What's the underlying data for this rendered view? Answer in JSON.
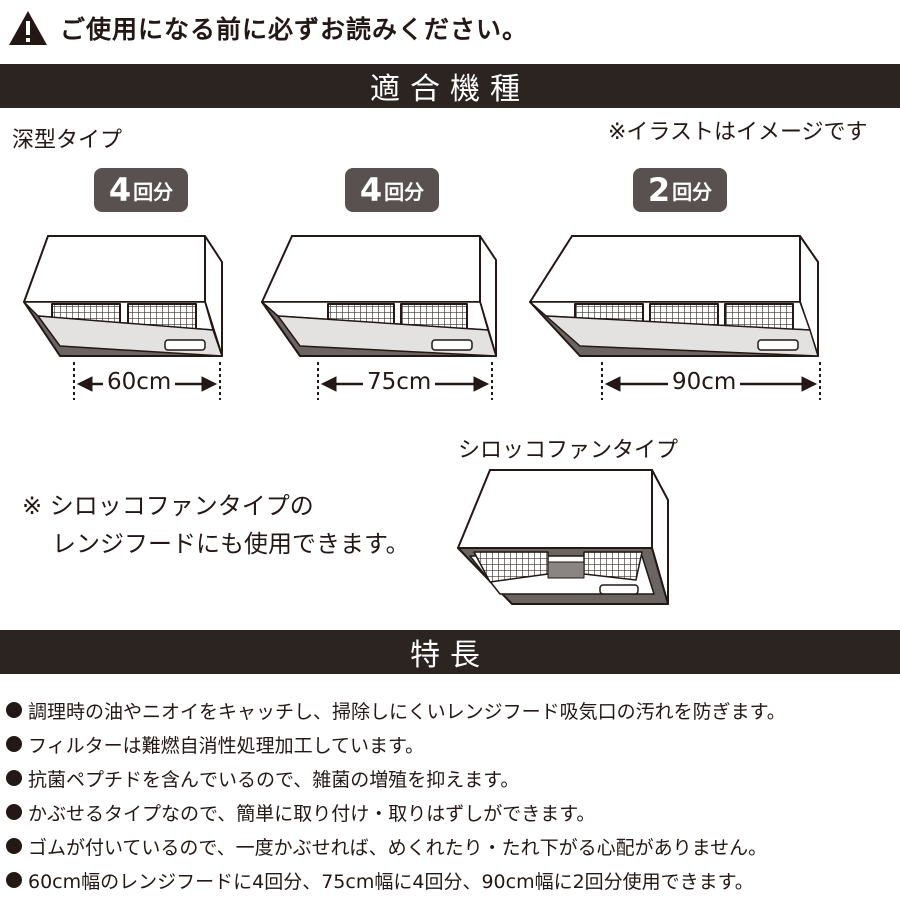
{
  "warning": {
    "text": "ご使用になる前に必ずお読みください。"
  },
  "compat": {
    "header": "適合機種",
    "deep_type_label": "深型タイプ",
    "illustration_note": "※イラストはイメージです",
    "models": [
      {
        "count": "4",
        "unit": "回分",
        "width": "60cm"
      },
      {
        "count": "4",
        "unit": "回分",
        "width": "75cm"
      },
      {
        "count": "2",
        "unit": "回分",
        "width": "90cm"
      }
    ],
    "sirocco_label": "シロッコファンタイプ",
    "sirocco_note_line1": "※ シロッコファンタイプの",
    "sirocco_note_line2": "レンジフードにも使用できます。"
  },
  "features": {
    "header": "特長",
    "items": [
      "調理時の油やニオイをキャッチし、掃除しにくいレンジフード吸気口の汚れを防ぎます。",
      "フィルターは難燃自消性処理加工しています。",
      "抗菌ペプチドを含んでいるので、雑菌の増殖を抑えます。",
      "かぶせるタイプなので、簡単に取り付け・取りはずしができます。",
      "ゴムが付いているので、一度かぶせれば、めくれたり・たれ下がる心配がありません。",
      "60cm幅のレンジフードに4回分、75cm幅に4回分、90cm幅に2回分使用できます。"
    ]
  },
  "icons": {
    "warning": "warning-triangle-icon",
    "bullet": "bullet-dot-icon"
  },
  "colors": {
    "band": "#2b2421",
    "badge": "#58514f",
    "text": "#231815"
  }
}
